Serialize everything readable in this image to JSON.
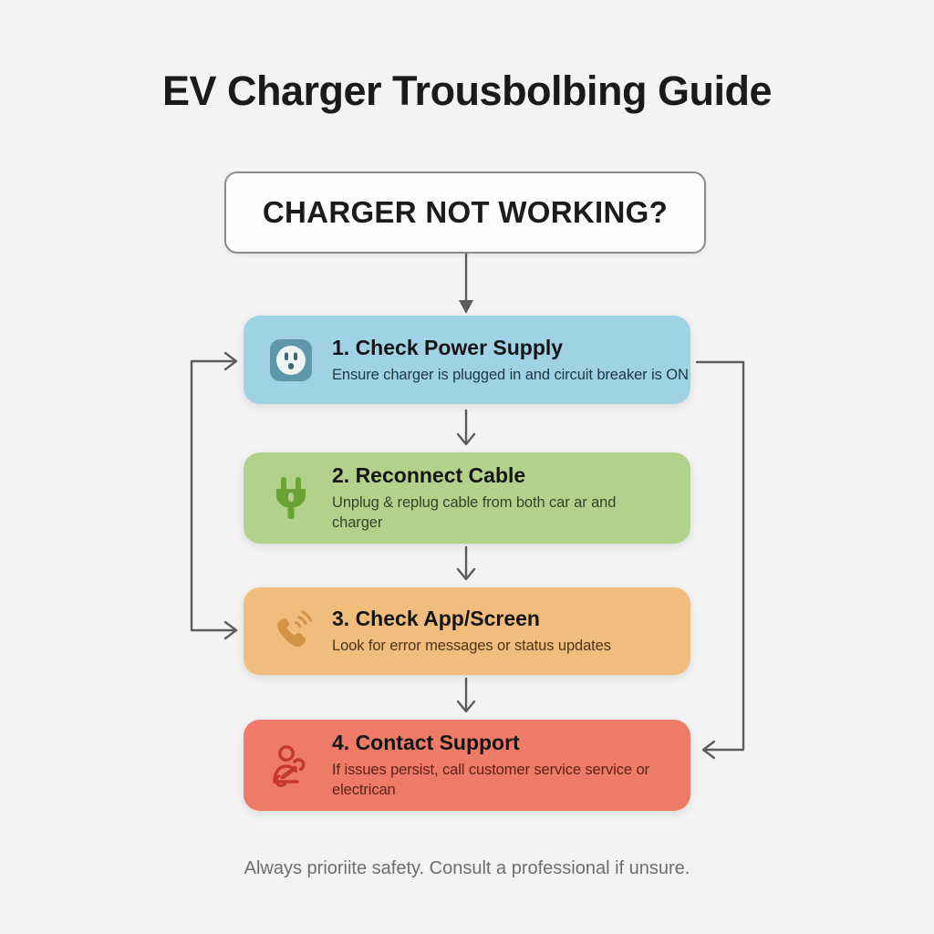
{
  "infographic": {
    "title": "EV Charger Trousbolbing Guide",
    "question_box": "CHARGER NOT WORKING?",
    "footer": "Always prioriite safety. Consult a professional if unsure."
  },
  "steps": [
    {
      "title": "1. Check Power Supply",
      "description": "Ensure charger is plugged in and circuit breaker is ON",
      "icon": "power-outlet-icon",
      "bg_color": "#9fd2e5",
      "icon_color": "#5e97ab",
      "desc_color": "#1d3742"
    },
    {
      "title": "2. Reconnect Cable",
      "description": "Unplug & replug cable from both car ar and charger",
      "icon": "power-plug-icon",
      "bg_color": "#b2d28c",
      "icon_color": "#6ba236",
      "desc_color": "#36432b"
    },
    {
      "title": "3. Check App/Screen",
      "description": "Look for error messages or status updates",
      "icon": "phone-call-icon",
      "bg_color": "#f1bd7d",
      "icon_color": "#d29347",
      "desc_color": "#4b3517"
    },
    {
      "title": "4. Contact Support",
      "description": "If issues persist, call customer service service or electrican",
      "icon": "technician-wrench-icon",
      "bg_color": "#ed7b68",
      "icon_color": "#c5382e",
      "desc_color": "#5c221b"
    }
  ],
  "colors": {
    "background": "#f3f3f4",
    "arrow": "#5c5c5c",
    "question_border": "#8b8b8b",
    "question_bg": "#fdfdfd"
  }
}
